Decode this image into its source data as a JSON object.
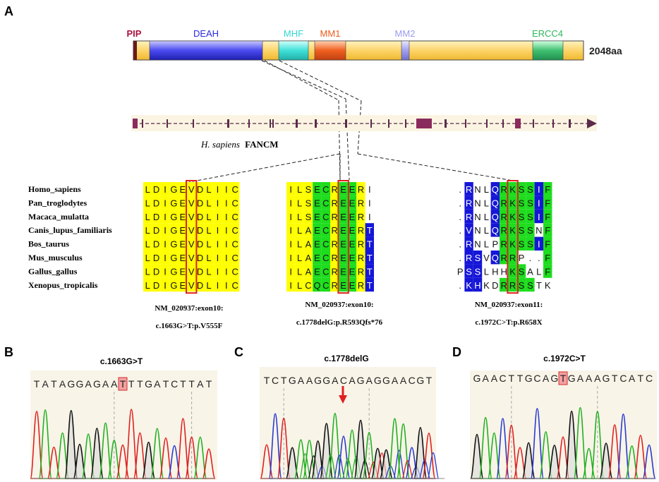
{
  "panels": {
    "a": "A",
    "b": "B",
    "c": "C",
    "d": "D"
  },
  "protein": {
    "length_label": "2048aa",
    "domains": [
      {
        "name": "PIP",
        "color": "#a8133f"
      },
      {
        "name": "DEAH",
        "color": "#2a2ae0"
      },
      {
        "name": "MHF",
        "color": "#33d8d0"
      },
      {
        "name": "MM1",
        "color": "#ee5a18"
      },
      {
        "name": "MM2",
        "color": "#9a9af0"
      },
      {
        "name": "ERCC4",
        "color": "#2eb85a"
      }
    ]
  },
  "gene": {
    "species": "H. sapiens",
    "name": "FANCM"
  },
  "species": [
    "Homo_sapiens",
    "Pan_troglodytes",
    "Macaca_mulatta",
    "Canis_lupus_familiaris",
    "Bos_taurus",
    "Mus_musculus",
    "Gallus_gallus",
    "Xenopus_tropicalis"
  ],
  "alignments": [
    {
      "exon": "NM_020937:exon10:",
      "mutation": "c.1663G>T:p.V555F",
      "rows": [
        "LDIGEVDLIIC",
        "LDIGEVDLIIC",
        "LDIGEVDLIIC",
        "LDIGEVDLIIC",
        "LDIGEVDLIIC",
        "LDIGEVDLIIC",
        "LDIGEVDLIIC",
        "LDIGEVDLIIC"
      ]
    },
    {
      "exon": "NM_020937:exon10:",
      "mutation": "c.1778delG:p.R593Qfs*76",
      "rows": [
        "ILSECREERI",
        "ILSECREERI",
        "ILSECREERI",
        "ILAECREERT",
        "ILAECREERT",
        "ILAECREERT",
        "ILAECREERT",
        "ILCQCREERT"
      ]
    },
    {
      "exon": "NM_020937:exon11:",
      "mutation": "c.1972C>T:p.R658X",
      "rows": [
        ".RNLQRKSSIF",
        ".RNLQRKSSIF",
        ".RNLQRKSSIF",
        ".VNLQRKSSNF",
        ".RNLPRKSSIF",
        ".RSVQRRP..F",
        "PSSLHHKSALF",
        ".KHKDRRSSTK"
      ]
    }
  ],
  "chromatograms": [
    {
      "title": "c.1663G>T",
      "sequence": "TATAGGAGAATTTGATCTTAT"
    },
    {
      "title": "c.1778delG",
      "sequence": "TCTGAAGGACAGAGGAACGT"
    },
    {
      "title": "c.1972C>T",
      "sequence": "GAACTTGCAGTGAAAGTCATC"
    }
  ],
  "colors": {
    "protein_bar": "#fcd46a",
    "yellow": "#ffff00",
    "green": "#1edc1e",
    "blue": "#1616d8",
    "highlight": "#e02020",
    "peak_A": "#22b022",
    "peak_C": "#2a3ad0",
    "peak_G": "#111111",
    "peak_T": "#e02020"
  }
}
